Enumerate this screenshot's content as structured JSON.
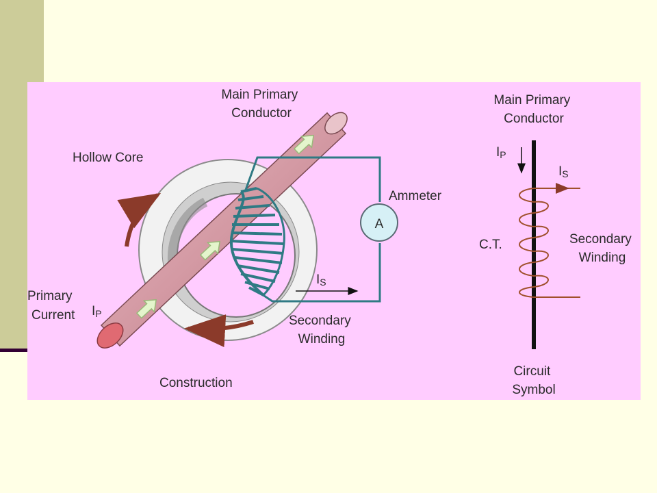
{
  "diagram": {
    "construction": {
      "main_primary_conductor": [
        "Main Primary",
        "Conductor"
      ],
      "hollow_core": "Hollow Core",
      "ammeter": "Ammeter",
      "ammeter_symbol": "A",
      "primary_current": [
        "Primary",
        "Current"
      ],
      "ip_main": "I",
      "ip_sub": "P",
      "is_main": "I",
      "is_sub": "S",
      "secondary_winding": [
        "Secondary",
        "Winding"
      ],
      "caption": "Construction"
    },
    "symbol": {
      "main_primary_conductor": [
        "Main Primary",
        "Conductor"
      ],
      "ip_main": "I",
      "ip_sub": "P",
      "is_main": "I",
      "is_sub": "S",
      "ct": "C.T.",
      "secondary_winding": [
        "Secondary",
        "Winding"
      ],
      "caption": [
        "Circuit",
        "Symbol"
      ]
    }
  },
  "colors": {
    "page_background": "#ffffe6",
    "side_bar": "#cccc99",
    "panel_background": "#ffccff",
    "conductor": "#d49aa4",
    "winding": "#2f7a84",
    "coil": "#a0502c",
    "arrow_fill": "#e4f5cc"
  }
}
